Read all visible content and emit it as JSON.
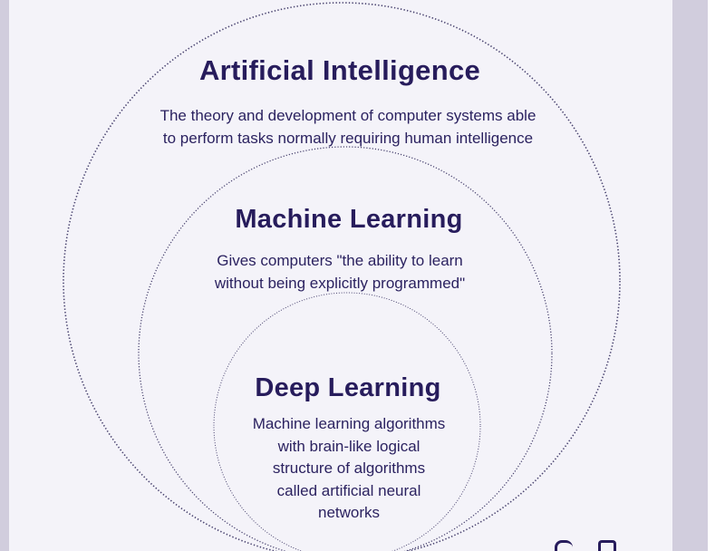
{
  "rings": [
    {
      "title": "Artificial Intelligence",
      "description": "The theory and development of computer systems able\nto perform tasks normally requiring human intelligence"
    },
    {
      "title": "Machine Learning",
      "description": "Gives computers \"the ability to learn\nwithout being explicitly programmed\""
    },
    {
      "title": "Deep Learning",
      "description": "Machine learning algorithms\nwith brain-like logical\nstructure of algorithms\ncalled artificial neural\nnetworks"
    }
  ],
  "colors": {
    "background": "#f4f3f9",
    "side_panel": "#d1cddd",
    "text": "#271c5c",
    "ring_stroke": "#4a4470"
  },
  "icons": [
    "partial-logo-icon"
  ]
}
